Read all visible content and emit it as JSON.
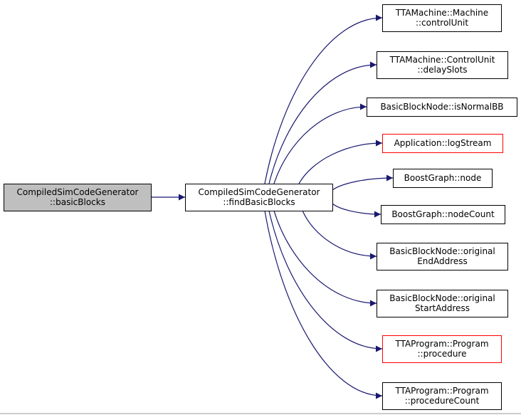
{
  "colors": {
    "edge": "#191970",
    "root_fill": "#bfbfbf",
    "node_fill": "#ffffff",
    "border_default": "#000000",
    "border_highlight": "#ff0000"
  },
  "nodes": {
    "root": {
      "lines": [
        "CompiledSimCodeGenerator",
        "::basicBlocks"
      ],
      "style": "root"
    },
    "caller": {
      "lines": [
        "CompiledSimCodeGenerator",
        "::findBasicBlocks"
      ],
      "style": "normal"
    },
    "controlUnit": {
      "lines": [
        "TTAMachine::Machine",
        "::controlUnit"
      ],
      "style": "normal"
    },
    "delaySlots": {
      "lines": [
        "TTAMachine::ControlUnit",
        "::delaySlots"
      ],
      "style": "normal"
    },
    "isNormalBB": {
      "lines": [
        "BasicBlockNode::isNormalBB"
      ],
      "style": "normal"
    },
    "logStream": {
      "lines": [
        "Application::logStream"
      ],
      "style": "highlight"
    },
    "node": {
      "lines": [
        "BoostGraph::node"
      ],
      "style": "normal"
    },
    "nodeCount": {
      "lines": [
        "BoostGraph::nodeCount"
      ],
      "style": "normal"
    },
    "originalEnd": {
      "lines": [
        "BasicBlockNode::original",
        "EndAddress"
      ],
      "style": "normal"
    },
    "originalStart": {
      "lines": [
        "BasicBlockNode::original",
        "StartAddress"
      ],
      "style": "normal"
    },
    "procedure": {
      "lines": [
        "TTAProgram::Program",
        "::procedure"
      ],
      "style": "highlight"
    },
    "procedureCount": {
      "lines": [
        "TTAProgram::Program",
        "::procedureCount"
      ],
      "style": "normal"
    }
  },
  "edges": [
    {
      "from": "root",
      "to": "caller"
    },
    {
      "from": "caller",
      "to": "controlUnit"
    },
    {
      "from": "caller",
      "to": "delaySlots"
    },
    {
      "from": "caller",
      "to": "isNormalBB"
    },
    {
      "from": "caller",
      "to": "logStream"
    },
    {
      "from": "caller",
      "to": "node"
    },
    {
      "from": "caller",
      "to": "nodeCount"
    },
    {
      "from": "caller",
      "to": "originalEnd"
    },
    {
      "from": "caller",
      "to": "originalStart"
    },
    {
      "from": "caller",
      "to": "procedure"
    },
    {
      "from": "caller",
      "to": "procedureCount"
    }
  ]
}
